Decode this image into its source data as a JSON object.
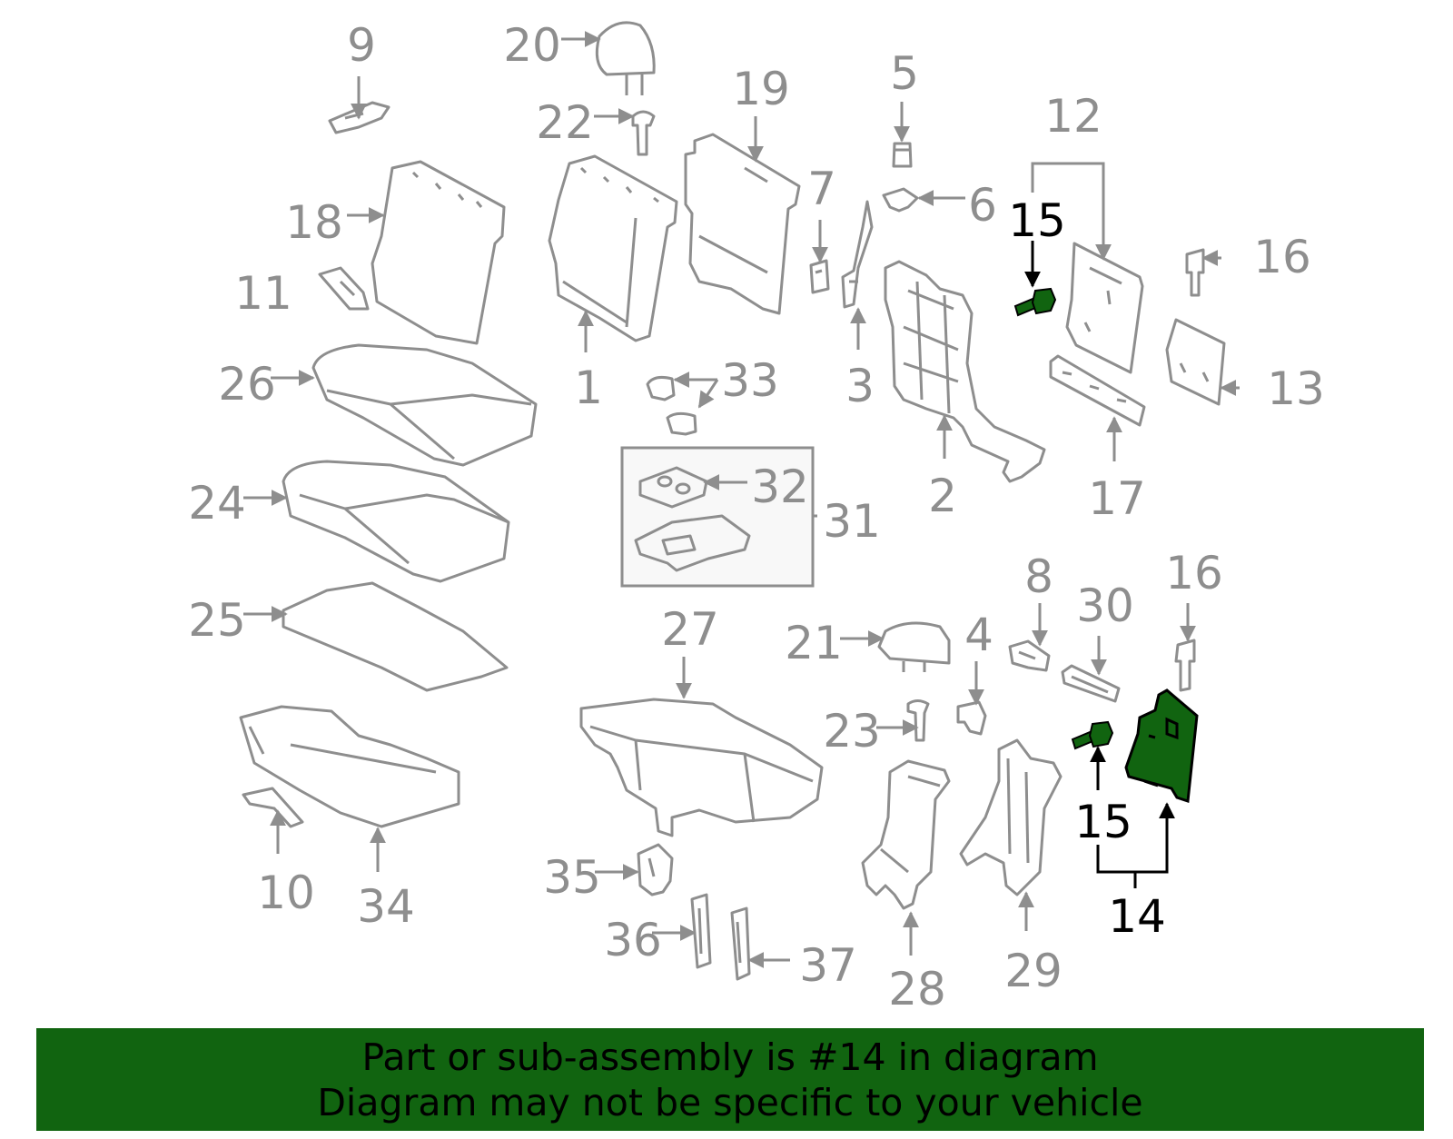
{
  "diagram": {
    "colors": {
      "line": "#8e8e8e",
      "highlight": "#116410",
      "label": "#8e8e8e",
      "active_label": "#000000"
    },
    "labels": [
      {
        "id": "9",
        "text": "9"
      },
      {
        "id": "20",
        "text": "20"
      },
      {
        "id": "22",
        "text": "22"
      },
      {
        "id": "19",
        "text": "19"
      },
      {
        "id": "5",
        "text": "5"
      },
      {
        "id": "12",
        "text": "12"
      },
      {
        "id": "18",
        "text": "18"
      },
      {
        "id": "7",
        "text": "7"
      },
      {
        "id": "6",
        "text": "6"
      },
      {
        "id": "15a",
        "text": "15"
      },
      {
        "id": "16a",
        "text": "16"
      },
      {
        "id": "11",
        "text": "11"
      },
      {
        "id": "26",
        "text": "26"
      },
      {
        "id": "1",
        "text": "1"
      },
      {
        "id": "33",
        "text": "33"
      },
      {
        "id": "3",
        "text": "3"
      },
      {
        "id": "13",
        "text": "13"
      },
      {
        "id": "24",
        "text": "24"
      },
      {
        "id": "32",
        "text": "32"
      },
      {
        "id": "31",
        "text": "31"
      },
      {
        "id": "2",
        "text": "2"
      },
      {
        "id": "17",
        "text": "17"
      },
      {
        "id": "8",
        "text": "8"
      },
      {
        "id": "16b",
        "text": "16"
      },
      {
        "id": "30",
        "text": "30"
      },
      {
        "id": "25",
        "text": "25"
      },
      {
        "id": "27",
        "text": "27"
      },
      {
        "id": "21",
        "text": "21"
      },
      {
        "id": "4",
        "text": "4"
      },
      {
        "id": "23",
        "text": "23"
      },
      {
        "id": "15b",
        "text": "15"
      },
      {
        "id": "10",
        "text": "10"
      },
      {
        "id": "34",
        "text": "34"
      },
      {
        "id": "35",
        "text": "35"
      },
      {
        "id": "36",
        "text": "36"
      },
      {
        "id": "37",
        "text": "37"
      },
      {
        "id": "28",
        "text": "28"
      },
      {
        "id": "29",
        "text": "29"
      },
      {
        "id": "14",
        "text": "14"
      }
    ]
  },
  "banner": {
    "line1": "Part or sub-assembly is #14 in diagram",
    "line2": "Diagram may not be specific to your vehicle"
  }
}
